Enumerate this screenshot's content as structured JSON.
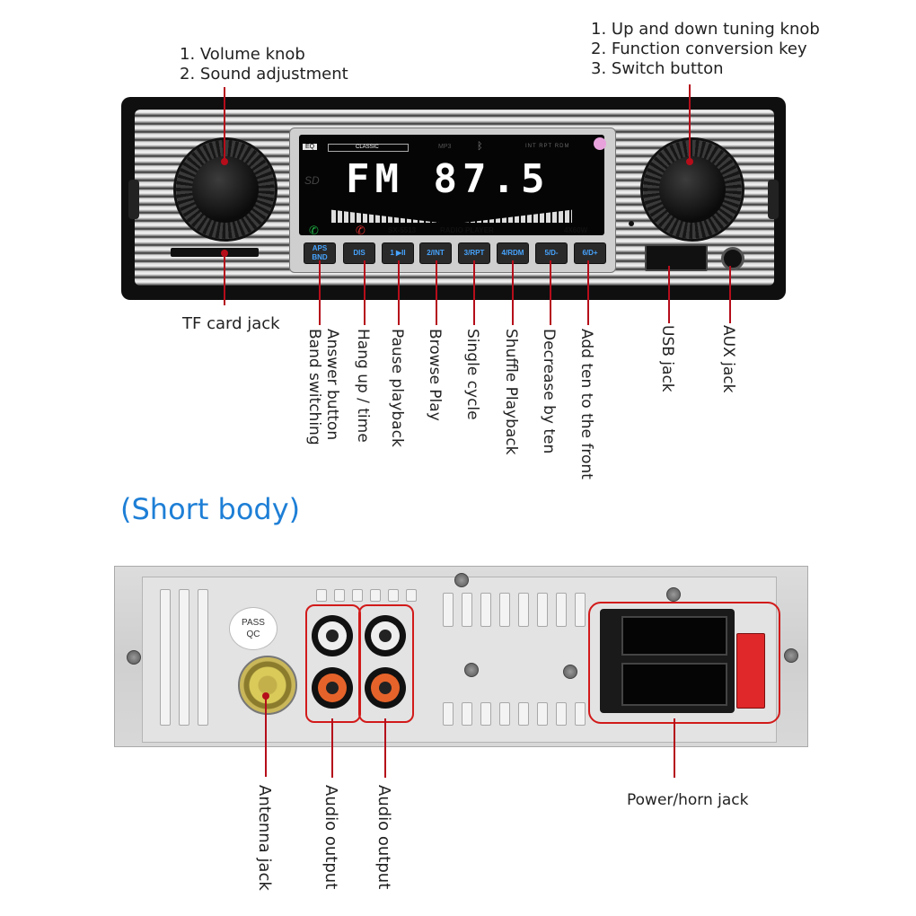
{
  "front": {
    "callout_left": [
      "1. Volume knob",
      "2. Sound adjustment"
    ],
    "callout_right": [
      "1. Up and down tuning knob",
      "2. Function conversion key",
      "3. Switch button"
    ],
    "tf_card_label": "TF card jack",
    "button_labels": [
      "Answer button\nBand switching",
      "Hang up / time",
      "Pause playback",
      "Browse Play",
      "Single cycle",
      "Shuffle Playback",
      "Decrease by ten",
      "Add ten to the front"
    ],
    "usb_label": "USB jack",
    "aux_label": "AUX jack",
    "display": {
      "eq": "EQ",
      "classic": "CLASSIC",
      "mp3": "MP3",
      "indicators": "INT  RPT  RDM",
      "main_text": "FM 87.5",
      "model": "SX-5513",
      "product": "RADIO PLAYER",
      "power": "4X60W"
    },
    "buttons": [
      "APS BND",
      "DIS",
      "1 ▶II",
      "2/INT",
      "3/RPT",
      "4/RDM",
      "5/D-",
      "6/D+"
    ]
  },
  "section_title": "(Short body)",
  "back": {
    "pass_qc": "PASS QC",
    "antenna_label": "Antenna jack",
    "audio_label_1": "Audio output",
    "audio_label_2": "Audio output",
    "power_label": "Power/horn jack"
  },
  "colors": {
    "leader": "#b50d1a",
    "title_blue": "#1e7fd6",
    "button_text": "#46a4ff"
  }
}
